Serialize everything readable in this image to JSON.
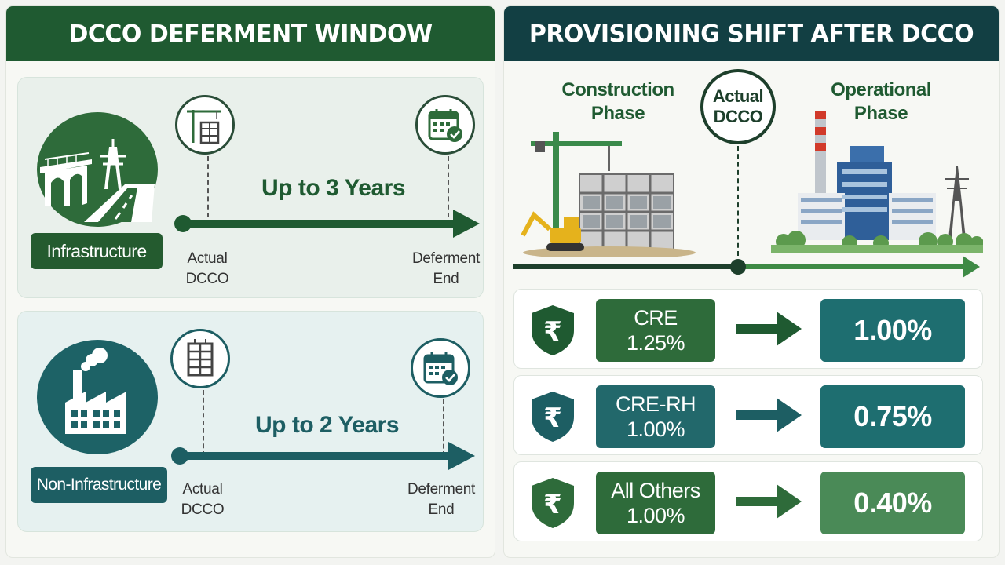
{
  "left": {
    "title": "DCCO DEFERMENT WINDOW",
    "categories": [
      {
        "label": "Infrastructure",
        "duration": "Up to 3 Years",
        "start_label": [
          "Actual",
          "DCCO"
        ],
        "end_label": [
          "Deferment",
          "End"
        ],
        "color": "#1f5a31"
      },
      {
        "label": "Non-Infrastructure",
        "duration": "Up to 2 Years",
        "start_label": [
          "Actual",
          "DCCO"
        ],
        "end_label": [
          "Deferment",
          "End"
        ],
        "color": "#1d5e63"
      }
    ]
  },
  "right": {
    "title": "PROVISIONING SHIFT AFTER DCCO",
    "construction_phase": [
      "Construction",
      "Phase"
    ],
    "actual_dcco": [
      "Actual",
      "DCCO"
    ],
    "operational_phase": [
      "Operational",
      "Phase"
    ],
    "rows": [
      {
        "category": "CRE",
        "from_rate": "1.25%",
        "to_rate": "1.00%",
        "from_color": "#2e6b3a",
        "to_color": "#1e6e70"
      },
      {
        "category": "CRE-RH",
        "from_rate": "1.00%",
        "to_rate": "0.75%",
        "from_color": "#22686b",
        "to_color": "#1e6e70"
      },
      {
        "category": "All Others",
        "from_rate": "1.00%",
        "to_rate": "0.40%",
        "from_color": "#2e6b3a",
        "to_color": "#4a8a57"
      }
    ]
  },
  "icons": {
    "infrastructure": "bridge-road-pylon-icon",
    "non_infrastructure": "factory-icon",
    "construction": "crane-building-icon",
    "calendar": "calendar-check-icon",
    "rupee_shield": "rupee-shield-icon"
  }
}
